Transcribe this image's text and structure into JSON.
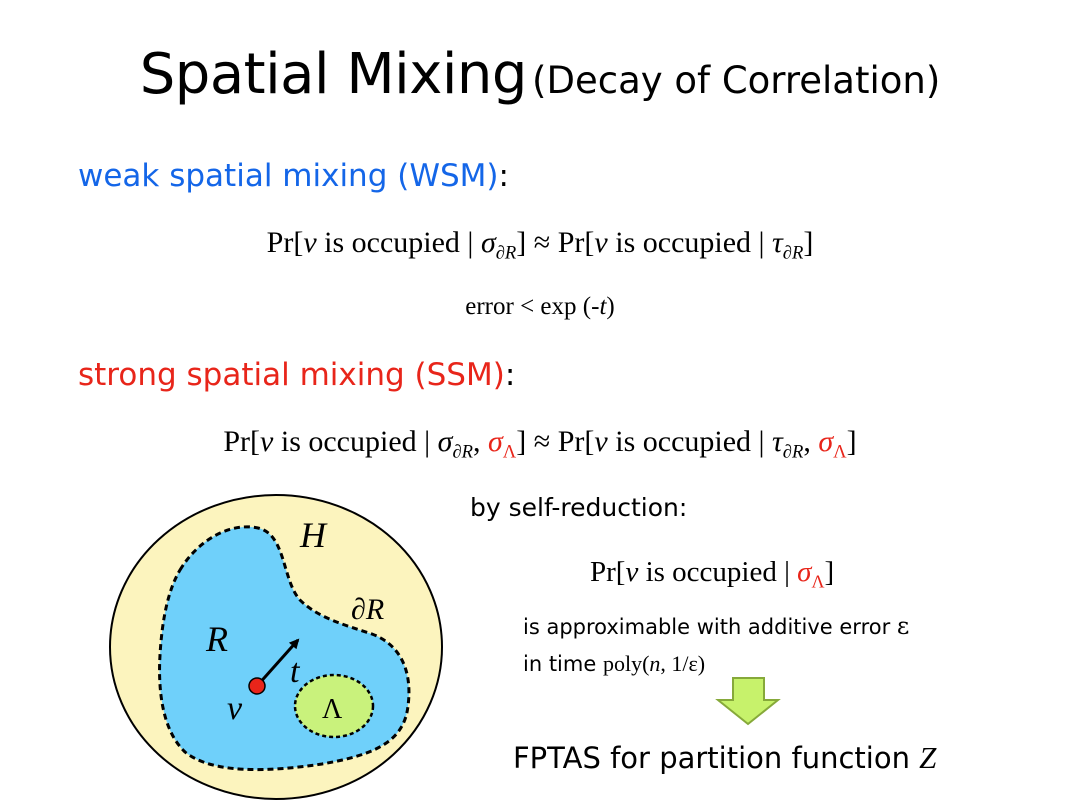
{
  "title": {
    "main": "Spatial Mixing",
    "sub": "(Decay of Correlation)"
  },
  "wsm": {
    "heading": "weak spatial mixing (WSM)",
    "colon": ":",
    "formula": {
      "left_prefix": "Pr[",
      "var": "v",
      "event": " is occupied | ",
      "left_cond": "σ",
      "cond_sub": "∂R",
      "close": "]",
      "approx": " ≈ ",
      "right_prefix": "Pr[",
      "right_cond": "τ"
    },
    "error": {
      "text": "error < exp (-",
      "var": "t",
      "close": ")"
    }
  },
  "ssm": {
    "heading": "strong spatial mixing (SSM)",
    "colon": ":",
    "formula": {
      "left_prefix": "Pr[",
      "var": "v",
      "event": " is occupied | ",
      "left_cond": "σ",
      "cond_sub": "∂R",
      "comma": ", ",
      "lambda_cond": "σ",
      "lambda_sub": "Λ",
      "close": "]",
      "approx": " ≈ ",
      "right_prefix": "Pr[",
      "right_cond": "τ"
    }
  },
  "diagram": {
    "label_H": "H",
    "label_R": "R",
    "label_dR": "∂R",
    "label_t": "t",
    "label_v": "v",
    "label_Lambda": "Λ",
    "colors": {
      "outer_fill": "#fcf4be",
      "region_fill": "#6fd0fa",
      "lambda_fill": "#c9f27c",
      "vertex": "#e8251a",
      "arrow_down_fill": "#c7f26b",
      "arrow_down_stroke": "#86a93a"
    }
  },
  "self_reduction": {
    "label": "by self-reduction:",
    "formula": {
      "prefix": "Pr[",
      "var": "v",
      "event": " is occupied | ",
      "cond": "σ",
      "cond_sub": "Λ",
      "close": "]"
    },
    "approx_line1_text": "is approximable with additive error ",
    "epsilon": "ε",
    "approx_line2_prefix": "in time ",
    "poly": "poly(",
    "poly_n": "n",
    "poly_rest": ", 1/ε)"
  },
  "fptas": {
    "text": "FPTAS for partition function ",
    "var": "Z"
  }
}
